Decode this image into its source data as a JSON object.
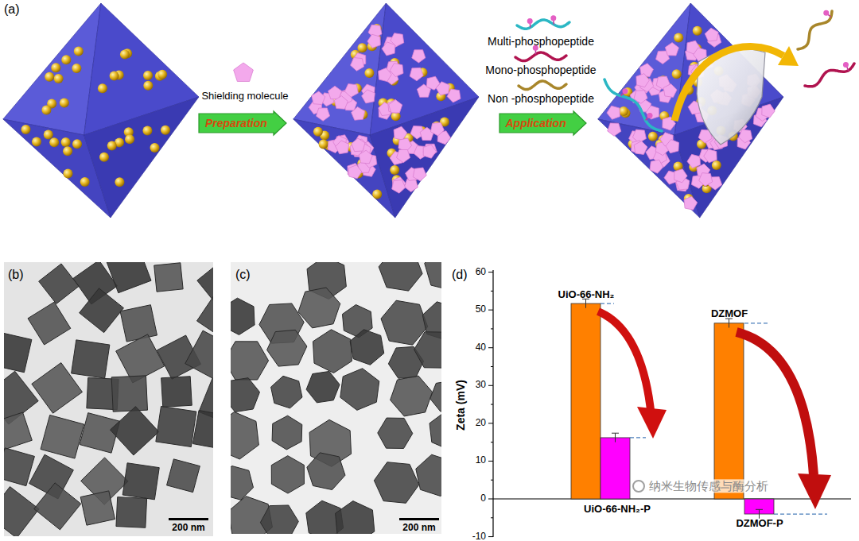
{
  "diagram": {
    "nodes": [
      {
        "text": [
          "Preparation"
        ]
      },
      {
        "text": [
          "Application"
        ]
      }
    ],
    "labels": [
      "(a)",
      "Shielding molecule",
      "Multi-phosphopeptide",
      "Mono-phosphopeptide",
      "Non -phosphopeptide",
      "(b)",
      "200 nm",
      "(c)",
      "200 nm",
      "(d)",
      "60",
      "50",
      "40",
      "30",
      "20",
      "10",
      "0",
      "-10",
      "Zeta (mV)",
      "UiO-66-NH₂",
      "DZMOF",
      "UiO-66-NH₂-P",
      "DZMOF-P",
      "纳米生物传感与酶分析"
    ]
  }
}
